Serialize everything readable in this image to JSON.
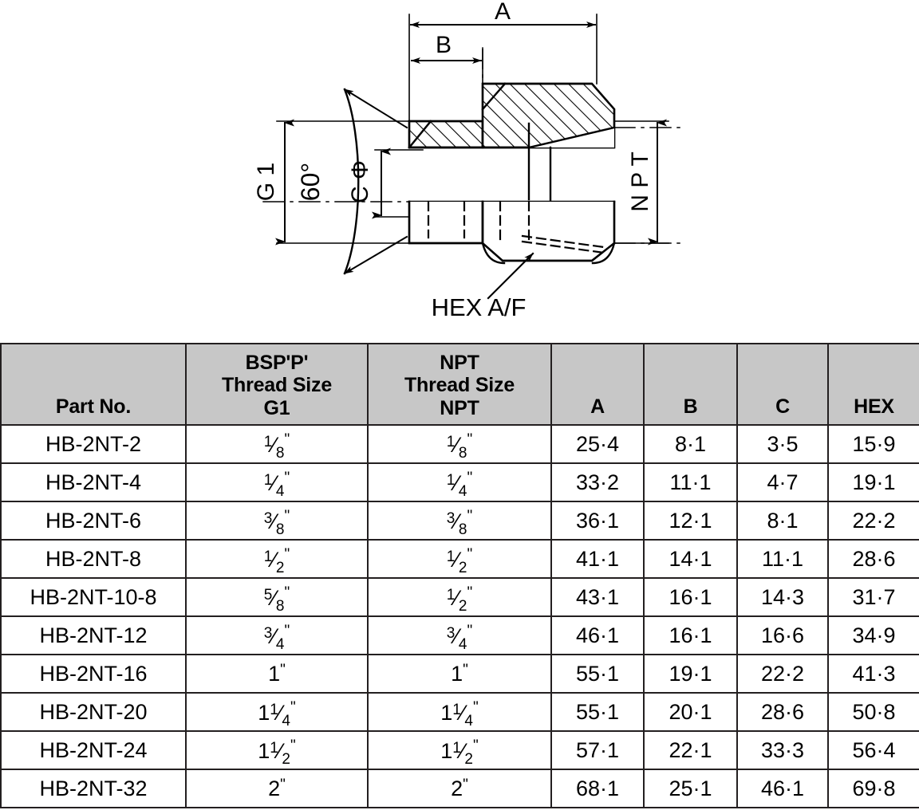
{
  "drawing": {
    "title": "BSP 60 degree cone seat to NPT male adaptor sectional drawing",
    "labels": {
      "a": "A",
      "b": "B",
      "g1": "G 1",
      "angle": "60°",
      "c_phi": "C Φ",
      "npt": "N P T",
      "hex_af": "HEX A/F"
    }
  },
  "table": {
    "headers": {
      "part_no": "Part No.",
      "bsp_line1": "BSP'P'",
      "bsp_line2": "Thread Size",
      "bsp_line3": "G1",
      "npt_line1": "NPT",
      "npt_line2": "Thread Size",
      "npt_line3": "NPT",
      "a": "A",
      "b": "B",
      "c": "C",
      "hex": "HEX"
    },
    "header_bg": "#c7c7c7",
    "border_color": "#231f20",
    "rows": [
      {
        "part_no": "HB-2NT-2",
        "bsp": {
          "whole": "",
          "num": "1",
          "den": "8",
          "inch": "\""
        },
        "npt": {
          "whole": "",
          "num": "1",
          "den": "8",
          "inch": "\""
        },
        "a": "25·4",
        "b": "8·1",
        "c": "3·5",
        "hex": "15·9"
      },
      {
        "part_no": "HB-2NT-4",
        "bsp": {
          "whole": "",
          "num": "1",
          "den": "4",
          "inch": "\""
        },
        "npt": {
          "whole": "",
          "num": "1",
          "den": "4",
          "inch": "\""
        },
        "a": "33·2",
        "b": "11·1",
        "c": "4·7",
        "hex": "19·1"
      },
      {
        "part_no": "HB-2NT-6",
        "bsp": {
          "whole": "",
          "num": "3",
          "den": "8",
          "inch": "\""
        },
        "npt": {
          "whole": "",
          "num": "3",
          "den": "8",
          "inch": "\""
        },
        "a": "36·1",
        "b": "12·1",
        "c": "8·1",
        "hex": "22·2"
      },
      {
        "part_no": "HB-2NT-8",
        "bsp": {
          "whole": "",
          "num": "1",
          "den": "2",
          "inch": "\""
        },
        "npt": {
          "whole": "",
          "num": "1",
          "den": "2",
          "inch": "\""
        },
        "a": "41·1",
        "b": "14·1",
        "c": "11·1",
        "hex": "28·6"
      },
      {
        "part_no": "HB-2NT-10-8",
        "bsp": {
          "whole": "",
          "num": "5",
          "den": "8",
          "inch": "\""
        },
        "npt": {
          "whole": "",
          "num": "1",
          "den": "2",
          "inch": "\""
        },
        "a": "43·1",
        "b": "16·1",
        "c": "14·3",
        "hex": "31·7"
      },
      {
        "part_no": "HB-2NT-12",
        "bsp": {
          "whole": "",
          "num": "3",
          "den": "4",
          "inch": "\""
        },
        "npt": {
          "whole": "",
          "num": "3",
          "den": "4",
          "inch": "\""
        },
        "a": "46·1",
        "b": "16·1",
        "c": "16·6",
        "hex": "34·9"
      },
      {
        "part_no": "HB-2NT-16",
        "bsp": {
          "whole": "1",
          "num": "",
          "den": "",
          "inch": "\""
        },
        "npt": {
          "whole": "1",
          "num": "",
          "den": "",
          "inch": "\""
        },
        "a": "55·1",
        "b": "19·1",
        "c": "22·2",
        "hex": "41·3"
      },
      {
        "part_no": "HB-2NT-20",
        "bsp": {
          "whole": "1",
          "num": "1",
          "den": "4",
          "inch": "\""
        },
        "npt": {
          "whole": "1",
          "num": "1",
          "den": "4",
          "inch": "\""
        },
        "a": "55·1",
        "b": "20·1",
        "c": "28·6",
        "hex": "50·8"
      },
      {
        "part_no": "HB-2NT-24",
        "bsp": {
          "whole": "1",
          "num": "1",
          "den": "2",
          "inch": "\""
        },
        "npt": {
          "whole": "1",
          "num": "1",
          "den": "2",
          "inch": "\""
        },
        "a": "57·1",
        "b": "22·1",
        "c": "33·3",
        "hex": "56·4"
      },
      {
        "part_no": "HB-2NT-32",
        "bsp": {
          "whole": "2",
          "num": "",
          "den": "",
          "inch": "\""
        },
        "npt": {
          "whole": "2",
          "num": "",
          "den": "",
          "inch": "\""
        },
        "a": "68·1",
        "b": "25·1",
        "c": "46·1",
        "hex": "69·8"
      }
    ]
  }
}
